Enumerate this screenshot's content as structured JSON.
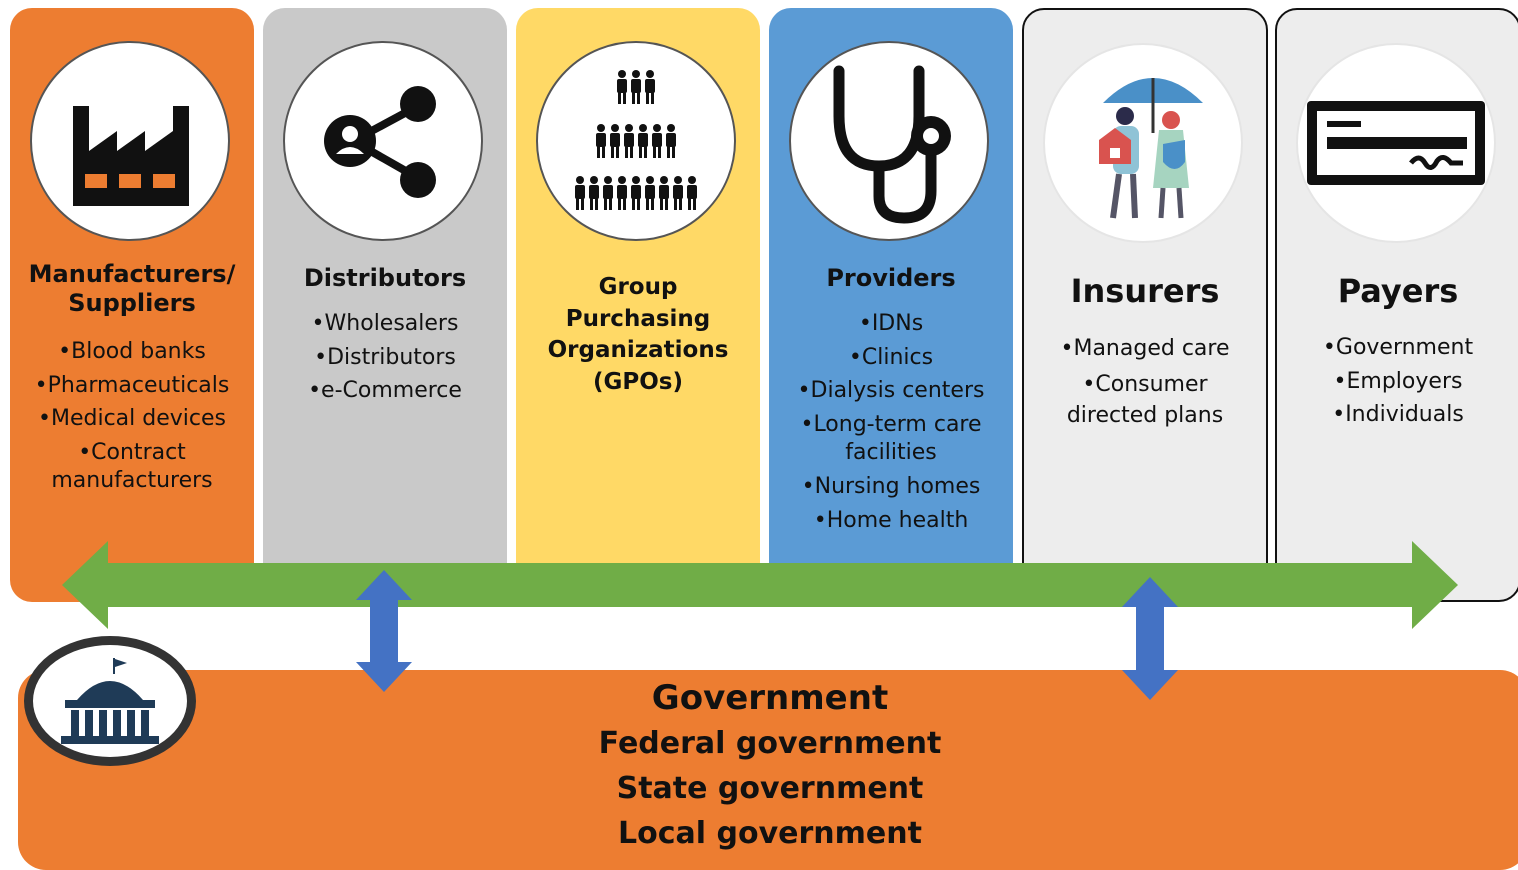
{
  "columns": [
    {
      "title_lines": [
        "Manufacturers/",
        "Suppliers"
      ],
      "items": [
        "Blood banks",
        "Pharmaceuticals",
        "Medical devices",
        "Contract manufacturers"
      ],
      "icon": "factory-icon",
      "color": "#ED7D31"
    },
    {
      "title_lines": [
        "Distributors"
      ],
      "items": [
        "Wholesalers",
        "Distributors",
        "e-Commerce"
      ],
      "icon": "share-network-icon",
      "color": "#C9C9C9"
    },
    {
      "title_lines": [
        "Group",
        "Purchasing",
        "Organizations",
        "(GPOs)"
      ],
      "items": [],
      "icon": "people-group-icon",
      "color": "#FFD966"
    },
    {
      "title_lines": [
        "Providers"
      ],
      "items": [
        "IDNs",
        "Clinics",
        "Dialysis centers",
        "Long-term care facilities",
        "Nursing homes",
        "Home health"
      ],
      "icon": "stethoscope-icon",
      "color": "#5B9BD5"
    },
    {
      "title_lines": [
        "Insurers"
      ],
      "items": [
        "Managed care",
        "Consumer directed plans"
      ],
      "icon": "insurance-umbrella-icon",
      "color": "#EDEDED"
    },
    {
      "title_lines": [
        "Payers"
      ],
      "items": [
        "Government",
        "Employers",
        "Individuals"
      ],
      "icon": "check-payment-icon",
      "color": "#EDEDED"
    }
  ],
  "government": {
    "title": "Government",
    "lines": [
      "Federal government",
      "State government",
      "Local government"
    ],
    "icon": "capitol-building-icon",
    "color": "#ED7D31"
  },
  "colors": {
    "flow_arrow": "#70AD47",
    "link_arrow": "#4472C4"
  }
}
